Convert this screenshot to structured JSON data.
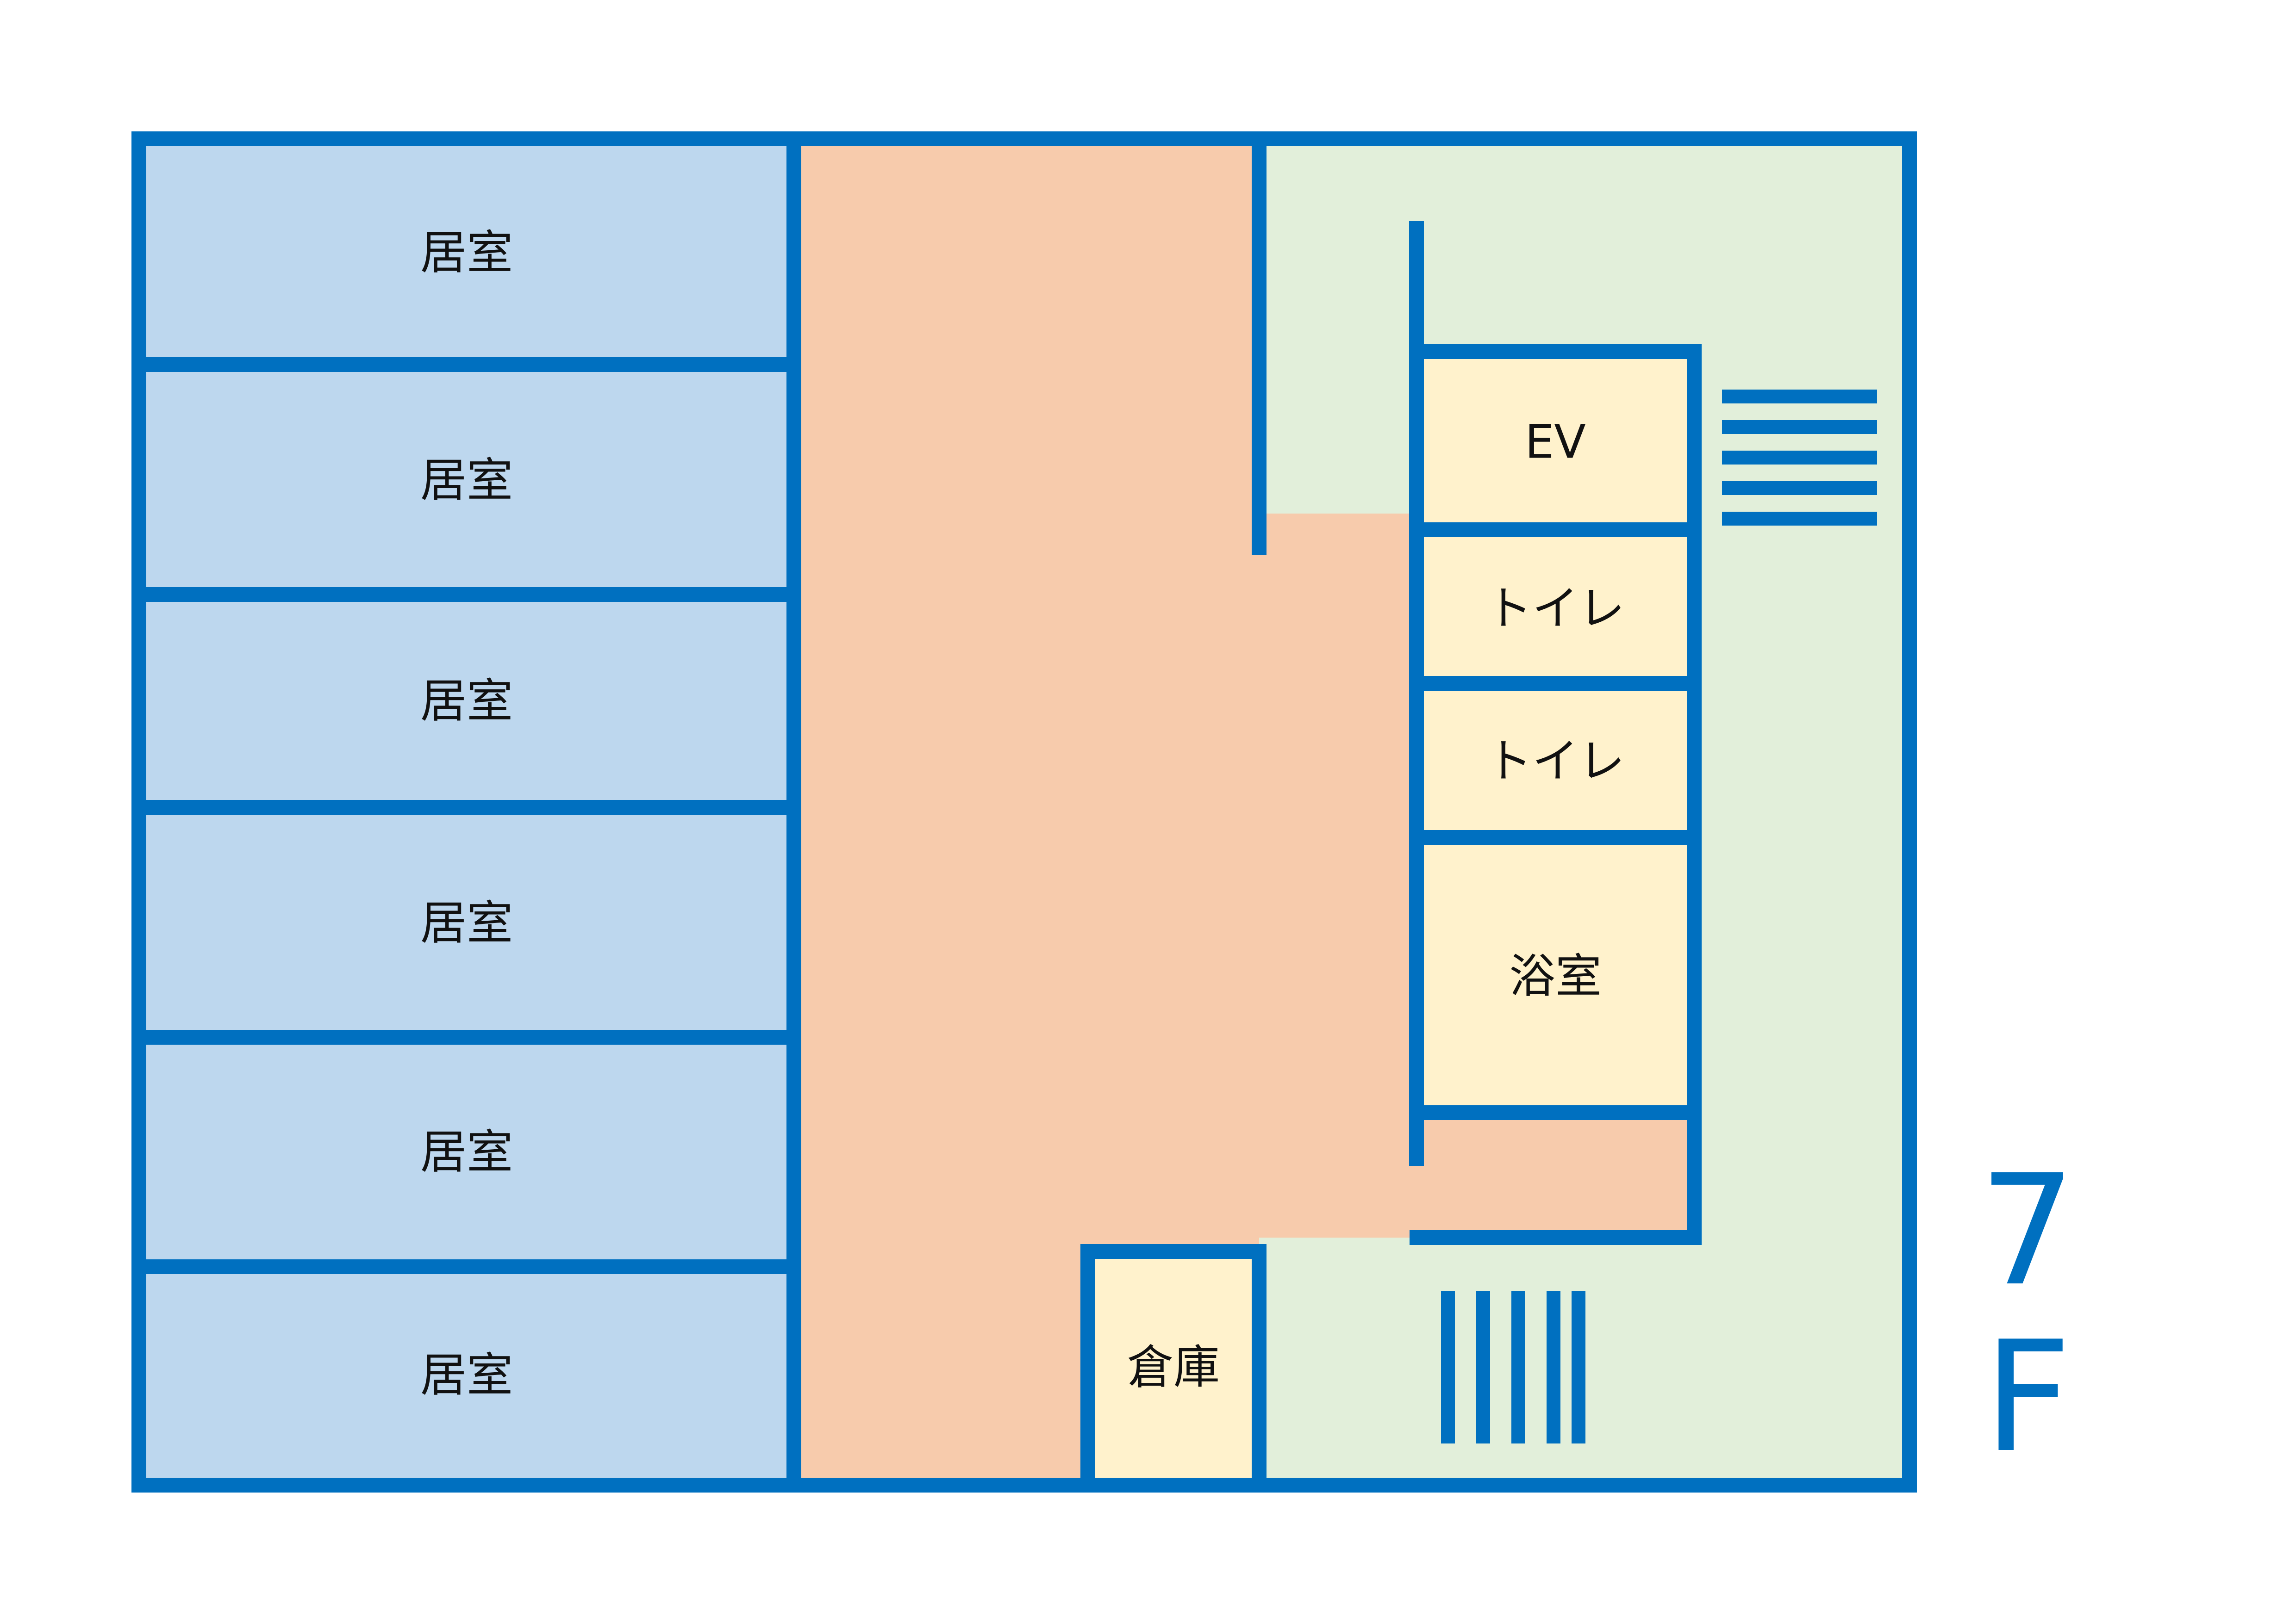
{
  "colors": {
    "wall": "#0070C0",
    "residential_room": "#BDD7EE",
    "corridor": "#F7CBAC",
    "service_room": "#FFF2CC",
    "common_area": "#E2EFDA",
    "label_text": "#111111"
  },
  "floor": {
    "number": "7",
    "letter": "F"
  },
  "rooms": {
    "living_1": "居室",
    "living_2": "居室",
    "living_3": "居室",
    "living_4": "居室",
    "living_5": "居室",
    "living_6": "居室",
    "elevator": "EV",
    "toilet_1": "トイレ",
    "toilet_2": "トイレ",
    "bathroom": "浴室",
    "storage": "倉庫"
  },
  "icons": [
    "stairs-horizontal-icon",
    "stairs-vertical-icon"
  ]
}
